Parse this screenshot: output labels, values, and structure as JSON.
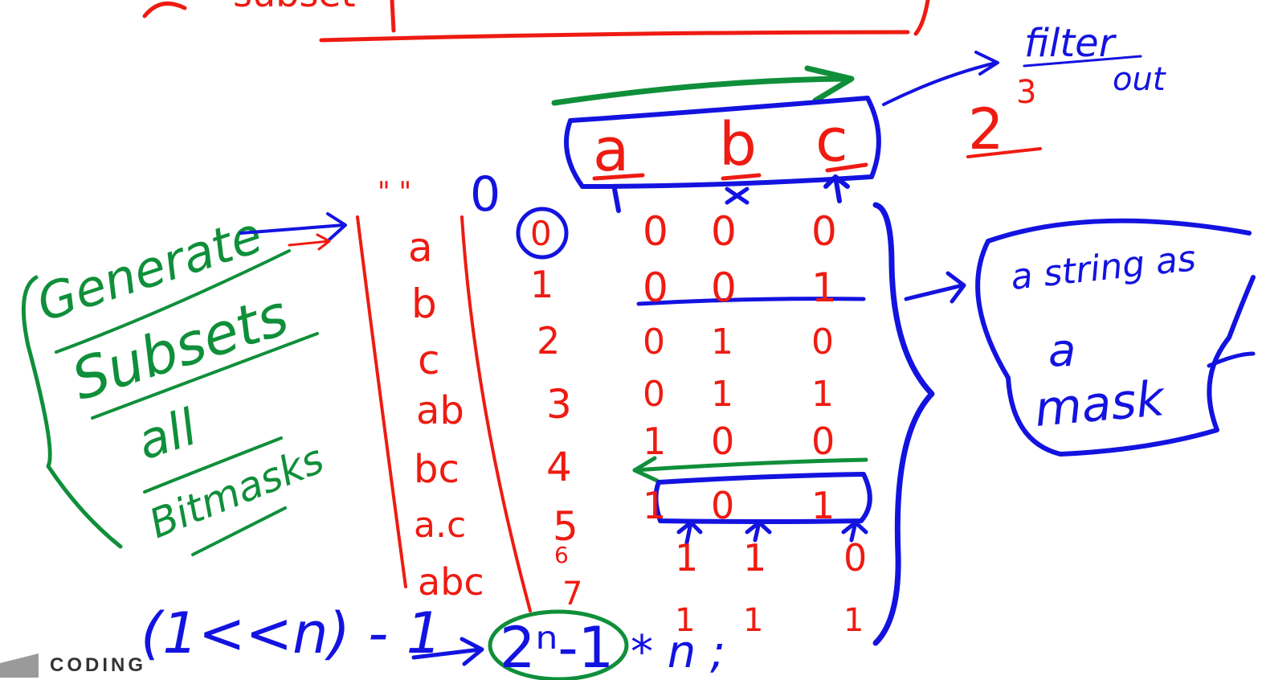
{
  "title_fragment": "subset",
  "top_row": [
    "a",
    "b",
    "c"
  ],
  "power": {
    "base": "2",
    "exp": "3"
  },
  "filter_note": [
    "filter",
    "out"
  ],
  "left_block": [
    "Generate",
    "Subsets",
    "all",
    "Bitmasks"
  ],
  "subset_column": [
    "\"  \"",
    "a",
    "b",
    "c",
    "ab",
    "bc",
    "a.c",
    "abc"
  ],
  "index_column": [
    "0",
    "1",
    "2",
    "3",
    "4",
    "5",
    "6",
    "7"
  ],
  "mask_rows": [
    [
      "0",
      "0",
      "0"
    ],
    [
      "0",
      "0",
      "1"
    ],
    [
      "0",
      "1",
      "0"
    ],
    [
      "0",
      "1",
      "1"
    ],
    [
      "1",
      "0",
      "0"
    ],
    [
      "1",
      "0",
      "1"
    ],
    [
      "1",
      "1",
      "0"
    ],
    [
      "1",
      "1",
      "1"
    ]
  ],
  "side_note": [
    "a string as",
    "a",
    "mask"
  ],
  "formula_left": "(1<<n) - 1",
  "formula_right": "2ⁿ-1",
  "formula_tail": "* n ;",
  "logo_text": "CODING"
}
